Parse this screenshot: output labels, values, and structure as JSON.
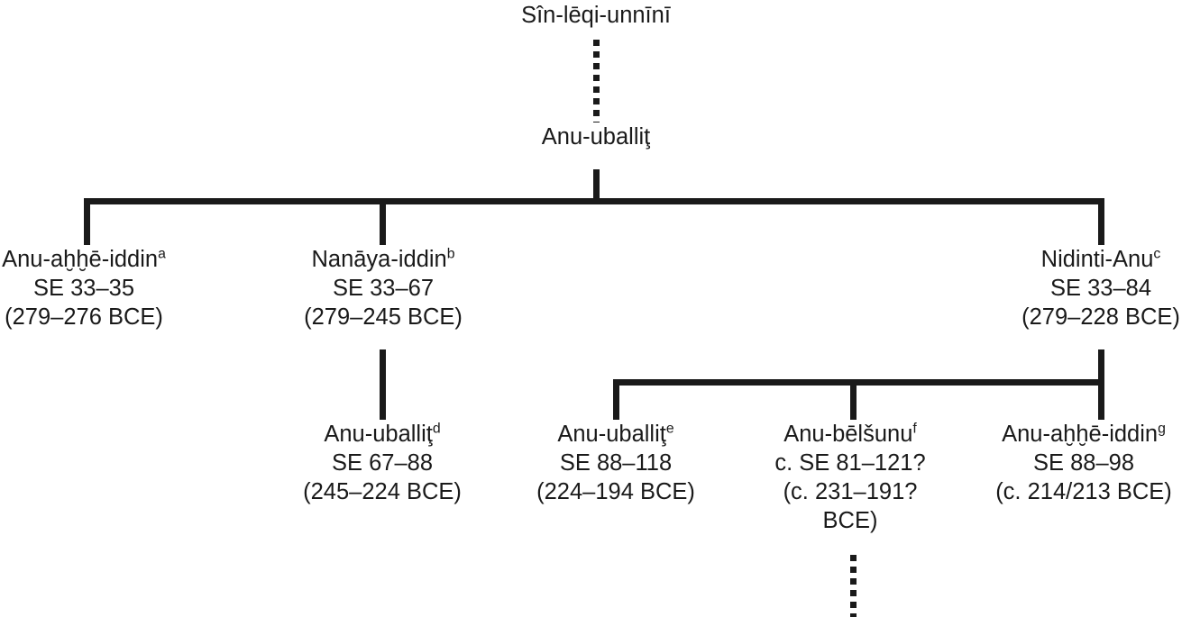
{
  "figure": {
    "type": "genealogy-tree",
    "description": "Family tree of the Sîn-lēqi-unnīnī lineage with Seleucid Era and BCE date ranges"
  },
  "nodes": {
    "root": {
      "name": "Sîn-lēqi-unnīnī",
      "note": "",
      "lines": [
        "Sîn-lēqi-unnīnī"
      ]
    },
    "anu_uballit_1": {
      "name": "Anu-uballiţ",
      "note": "",
      "lines": [
        "Anu-uballiţ"
      ]
    },
    "anu_ahhe_iddin_a": {
      "name": "Anu-aḫḫē-iddin",
      "note": "a",
      "lines": [
        "SE 33–35",
        "(279–276 BCE)"
      ]
    },
    "nanaya_iddin_b": {
      "name": "Nanāya-iddin",
      "note": "b",
      "lines": [
        "SE 33–67",
        "(279–245 BCE)"
      ]
    },
    "nidinti_anu_c": {
      "name": "Nidinti-Anu",
      "note": "c",
      "lines": [
        "SE 33–84",
        "(279–228 BCE)"
      ]
    },
    "anu_uballit_d": {
      "name": "Anu-uballiţ",
      "note": "d",
      "lines": [
        "SE 67–88",
        "(245–224 BCE)"
      ]
    },
    "anu_uballit_e": {
      "name": "Anu-uballiţ",
      "note": "e",
      "lines": [
        "SE 88–118",
        "(224–194 BCE)"
      ]
    },
    "anu_belsunu_f": {
      "name": "Anu-bēlšunu",
      "note": "f",
      "lines": [
        "c. SE 81–121?",
        "(c. 231–191?",
        "BCE)"
      ]
    },
    "anu_ahhe_iddin_g": {
      "name": "Anu-aḫḫē-iddin",
      "note": "g",
      "lines": [
        "SE 88–98",
        "(c. 214/213 BCE)"
      ]
    }
  },
  "colors": {
    "ink": "#1a1a1a",
    "background": "#ffffff"
  }
}
